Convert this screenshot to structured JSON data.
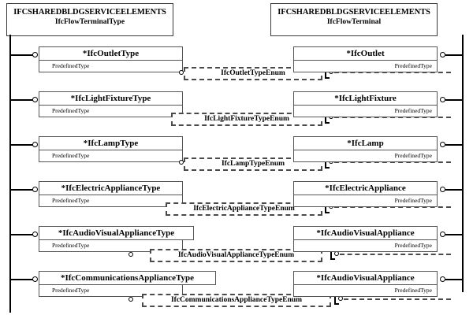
{
  "diagram": {
    "title": "IFC Flow Terminal type / occurrence diagram",
    "left_schema": {
      "schema": "IFCSHAREDBLDGSERVICEELEMENTS",
      "supertype": "IfcFlowTerminalType"
    },
    "right_schema": {
      "schema": "IFCSHAREDBLDGSERVICEELEMENTS",
      "supertype": "IfcFlowTerminal"
    },
    "attribute_label": "PredefinedType",
    "rows": [
      {
        "type_entity": "*IfcOutletType",
        "occurrence_entity": "*IfcOutlet",
        "enum": "IfcOutletTypeEnum",
        "type_attribute": "PredefinedType",
        "occurrence_attribute": "PredefinedType"
      },
      {
        "type_entity": "*IfcLightFixtureType",
        "occurrence_entity": "*IfcLightFixture",
        "enum": "IfcLightFixtureTypeEnum",
        "type_attribute": "PredefinedType",
        "occurrence_attribute": "PredefinedType"
      },
      {
        "type_entity": "*IfcLampType",
        "occurrence_entity": "*IfcLamp",
        "enum": "IfcLampTypeEnum",
        "type_attribute": "PredefinedType",
        "occurrence_attribute": "PredefinedType"
      },
      {
        "type_entity": "*IfcElectricApplianceType",
        "occurrence_entity": "*IfcElectricAppliance",
        "enum": "IfcElectricApplianceTypeEnum",
        "type_attribute": "PredefinedType",
        "occurrence_attribute": "PredefinedType"
      },
      {
        "type_entity": "*IfcAudioVisualApplianceType",
        "occurrence_entity": "*IfcAudioVisualAppliance",
        "enum": "IfcAudioVisualApplianceTypeEnum",
        "type_attribute": "PredefinedType",
        "occurrence_attribute": "PredefinedType"
      },
      {
        "type_entity": "*IfcCommunicationsApplianceType",
        "occurrence_entity": "*IfcAudioVisualAppliance",
        "enum": "IfcCommunicationsApplianceTypeEnum",
        "type_attribute": "PredefinedType",
        "occurrence_attribute": "PredefinedType"
      }
    ],
    "colors": {
      "line": "#000000",
      "box_border": "#555555",
      "dashed_border": "#4a4a4a",
      "background": "#ffffff"
    }
  }
}
